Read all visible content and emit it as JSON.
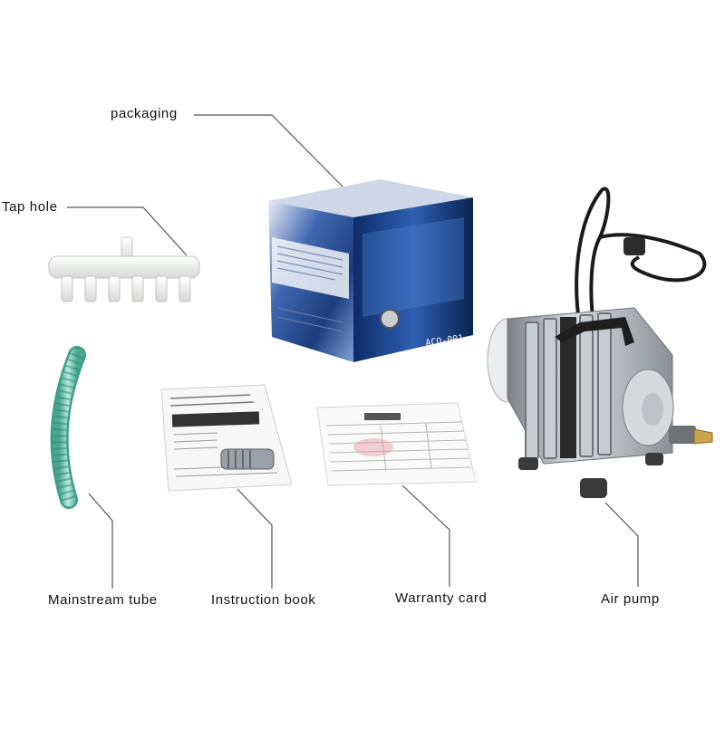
{
  "labels": {
    "packaging": "packaging",
    "tap_hole": "Tap hole",
    "mainstream_tube": "Mainstream tube",
    "instruction_book": "Instruction book",
    "warranty_card": "Warranty card",
    "air_pump": "Air pump"
  },
  "items": {
    "box": {
      "side_text": "ACO-001"
    }
  },
  "colors": {
    "box_blue": "#2a4c8c",
    "tube_green": "#74c9b4",
    "fitting_white": "#f3f4f2",
    "pump_metal": "#b9bec4",
    "brass": "#c9a24a",
    "leader_line": "#555555"
  }
}
